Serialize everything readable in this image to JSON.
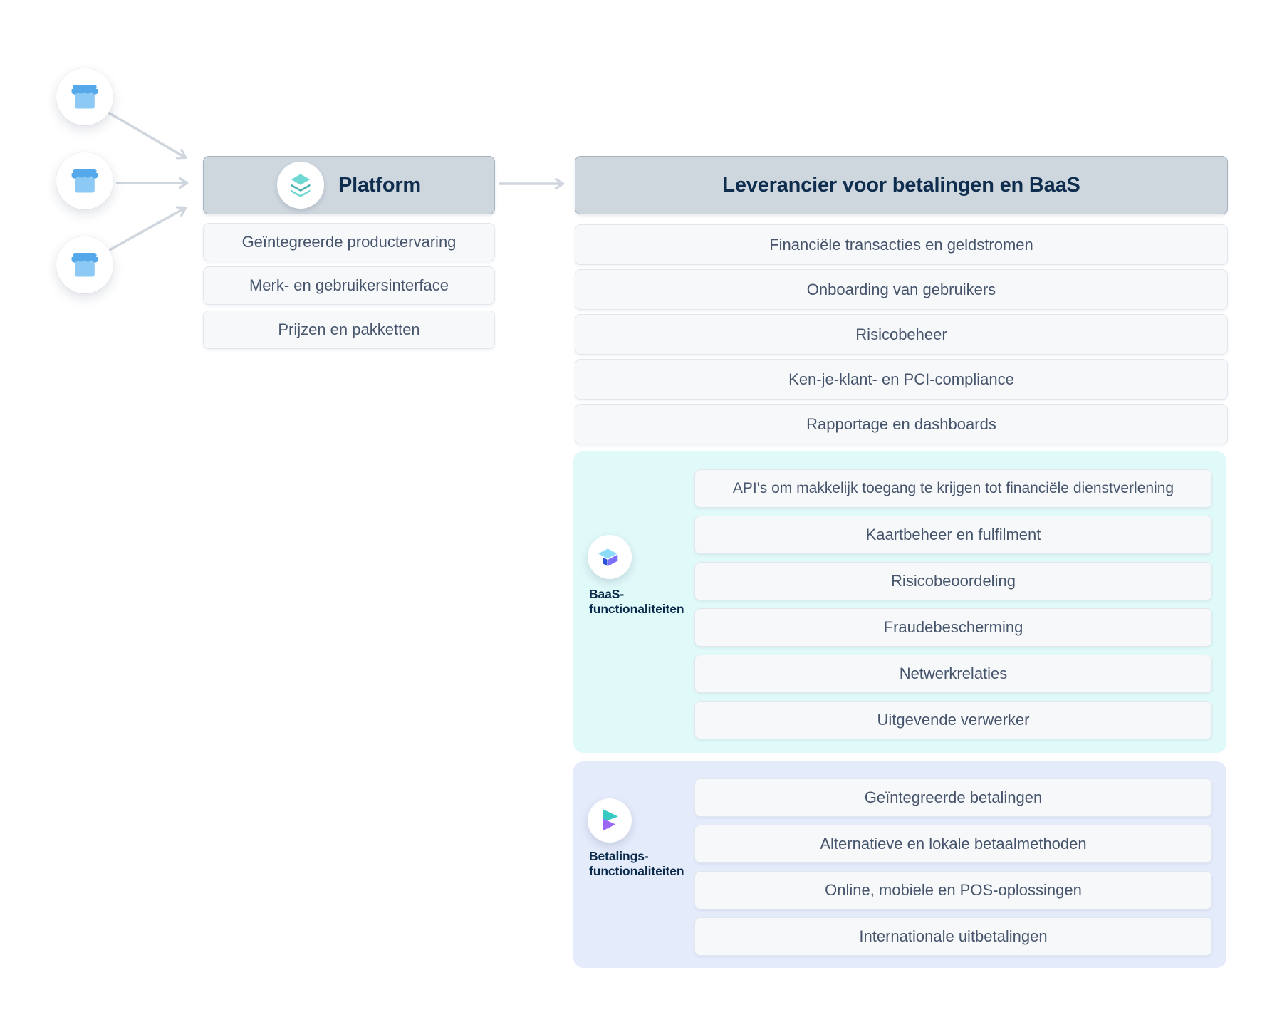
{
  "platform": {
    "title": "Platform",
    "items": [
      "Geïntegreerde productervaring",
      "Merk- en gebruikersinterface",
      "Prijzen en pakketten"
    ]
  },
  "provider": {
    "title": "Leverancier voor betalingen en BaaS",
    "items": [
      "Financiële transacties en geldstromen",
      "Onboarding van gebruikers",
      "Risicobeheer",
      "Ken-je-klant- en PCI-compliance",
      "Rapportage en dashboards"
    ]
  },
  "baas": {
    "label_line1": "BaaS-",
    "label_line2": "functionaliteiten",
    "items": [
      "API's om makkelijk toegang te krijgen tot financiële dienstverlening",
      "Kaartbeheer en fulfilment",
      "Risicobeoordeling",
      "Fraudebescherming",
      "Netwerkrelaties",
      "Uitgevende verwerker"
    ]
  },
  "payments": {
    "label_line1": "Betalings-",
    "label_line2": "functionaliteiten",
    "items": [
      "Geïntegreerde betalingen",
      "Alternatieve en lokale betaalmethoden",
      "Online, mobiele en POS-oplossingen",
      "Internationale uitbetalingen"
    ]
  },
  "colors": {
    "header_bg": "#ced6de",
    "header_border": "#a7b3c0",
    "header_text": "#0f2d4e",
    "row_bg": "#f6f8fa",
    "row_border": "#e2e7ee",
    "row_text": "#46546c",
    "baas_panel_bg": "#e0f9f9",
    "payments_panel_bg": "#e4ebfb",
    "arrow": "#cfd6dd",
    "store_blue_dark": "#55a9ea",
    "store_blue_light": "#8ccaf5",
    "layers_teal_light": "#6fd8d2",
    "layers_teal_dark": "#45b2ac",
    "cube_light_blue": "#8edcfb",
    "cube_purple": "#7b70f9",
    "cube_dark_blue": "#2d50da",
    "pay_teal": "#38c8c2",
    "pay_purple": "#9a66f6"
  }
}
